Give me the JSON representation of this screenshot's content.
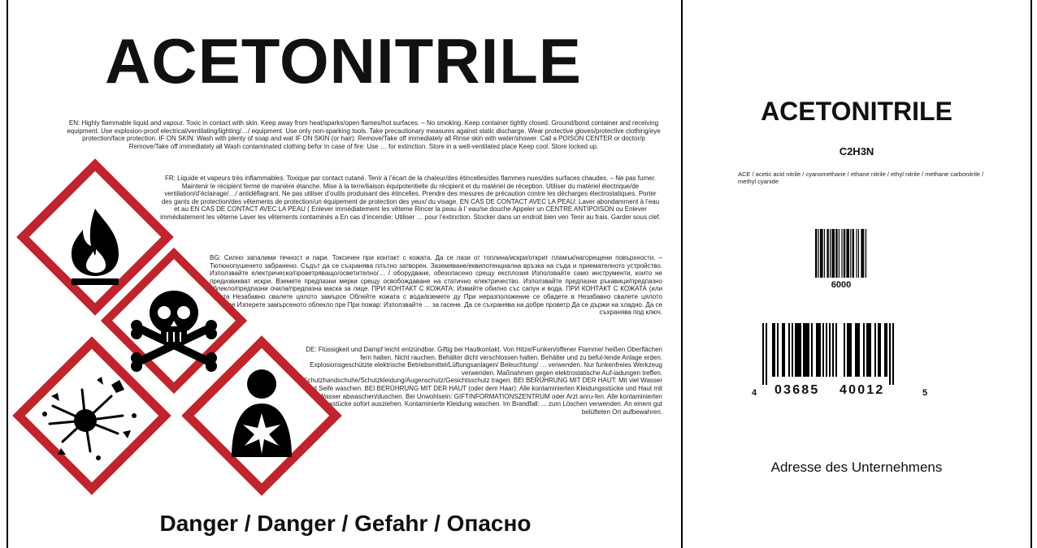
{
  "label": {
    "main_title": "ACETONITRILE",
    "paragraphs": {
      "en": "EN: Highly flammable liquid and vapour. Toxic in contact with skin. Keep away from heat/sparks/open flames/hot surfaces. – No smoking. Keep container tightly closed. Ground/bond container and receiving equipment. Use explosion-proof electrical/ventilating/lighting/…/ equipment. Use only non-sparking tools. Take precautionary measures against static discharge. Wear protective gloves/protective clothing/eye protection/face protection. IF ON SKIN: Wash with plenty of soap and wat IF ON SKIN (or hair): Remove/Take off immediately all  Rinse skin with water/shower. Call a POISON CENTER or doctor/p Remove/Take off immediately all  Wash contaminated clothing befor In case of fire: Use … for extinction. Store in a well-ventilated place Keep cool. Store locked up.",
      "fr": "FR: Liquide et vapeurs très inflammables. Toxique par contact cutané. Tenir à l’écart de la chaleur/des étincelles/des flammes nues/des surfaces chaudes. – Ne pas fumer. Maintenir le récipient fermé de manière étanche. Mise à la terre/liaison équipotentielle du récipient et du matériel de réception. Utiliser du matériel électrique/de ventilation/d’éclairage/…/ antidéflagrant. Ne pas utiliser d’outils produisant des étincelles. Prendre des mesures de précaution contre les décharges électrostatiques. Porter des gants de protection/des vêtements de protection/un équipement de protection des yeux/ du visage. EN CAS DE CONTACT AVEC LA PEAU: Laver abondamment à l’eau et au  EN CAS DE CONTACT AVEC LA PEAU ( Enlever immédiatement les vêteme Rincer la peau à l’ eau/se douche Appeler un CENTRE ANTIPOISON ou Enlever immédiatement les vêteme Laver les vêtements contaminés a En cas d’incendie: Utiliser … pour l’extinction. Stocker dans un endroit bien ven Tenir au frais. Garder sous clef.",
      "bg": "BG: Силно запалими течност и пари. Токсичен при контакт с кожата. Да се пази от топлина/искри/открит пламък/нагорещени повърхности. – Тютюнопушенето забранено. Съдът да се съхранява плътно затворен. Заземяване/еквипотенциална връзка на съда и приемателното устройство. Използвайте електрическо/проветряващо/осветително/… / оборудване, обезопасено срещу експлозия Използвайте само инструменти, които не предизвикват искри. Вземете предпазни мерки срещу освобождаване на статично електричество. Използвайте предпазни ръкавици/предпазно облекло/предпазни очила/предпазна маска за лице. ПРИ КОНТАКТ С КОЖАТА: Измийте обилно със сапун и вода. ПРИ КОНТАКТ С КОЖАТА (или косата Незабавно свалете цялото замърсе Облейте кожата с вода/вземете ду При неразположение се обадете в Незабавно свалете цялото замърсе Изперете замърсеното облекло пре При пожар: Използвайте … за гасене. Да се съхранява на добре проветр Да се държи на хладно. Да се съхранява под ключ.",
      "de": "DE: Flüssigkeit und Dampf leicht entzündbar. Giftig bei Hautkontakt. Von Hitze/Funken/offener Flamme/ heißen Oberflächen fern halten. Nicht rauchen. Behälter dicht verschlossen halten. Behälter und zu beful-lende Anlage erden. Explosionsgeschützte elektrische Betriebsmittel/Lüftungsanlagen/ Beleuchtung/ … verwenden. Nur funkenfreies Werkzeug verwenden. Maßnahmen gegen elektrostatische Auf-ladungen treffen. Schutzhandschuhe/Schutzkleidung/Augenschutz/Gesichtsschutz tragen. BEI BERÜHRUNG MIT DER HAUT: Mit viel Wasser und Seife waschen. BEI BERÜHRUNG MIT DER HAUT (oder dem Haar): Alle kontaminierten Kleidungsstücke und Haut mit Wasser abwaschen/duschen. Bei Unwohlsein: GIFTINFORMATIONSZENTRUM oder Arzt anru-fen. Alle kontaminierten Kleidungsstücke sofort ausziehen. Kontaminierte Kleidung waschen. Im Brandfall: ... zum Löschen verwenden. An einem gut belüfteten Ort aufbewahren."
    },
    "pictograms": [
      {
        "icon": "flame-pictogram-icon"
      },
      {
        "icon": "skull-crossbones-pictogram-icon"
      },
      {
        "icon": "exploding-bomb-pictogram-icon"
      },
      {
        "icon": "health-hazard-pictogram-icon"
      }
    ],
    "signal_words": "Danger / Danger / Gefahr / Опасно",
    "colors": {
      "pictogram_border": "#c0242c",
      "text": "#111111"
    }
  },
  "side_panel": {
    "title": "ACETONITRILE",
    "formula": "C2H3N",
    "synonyms": "ACE / acetic acid nitrile / cyanomethane / ethane nitrile / ethyl nitrile / methane carbonitrile / methyl cyanide",
    "barcode_small": {
      "value": "6000"
    },
    "barcode_ean": {
      "first": "4",
      "left": "03685",
      "right": "40012",
      "last": "5"
    },
    "address": "Adresse des Unternehmens"
  }
}
